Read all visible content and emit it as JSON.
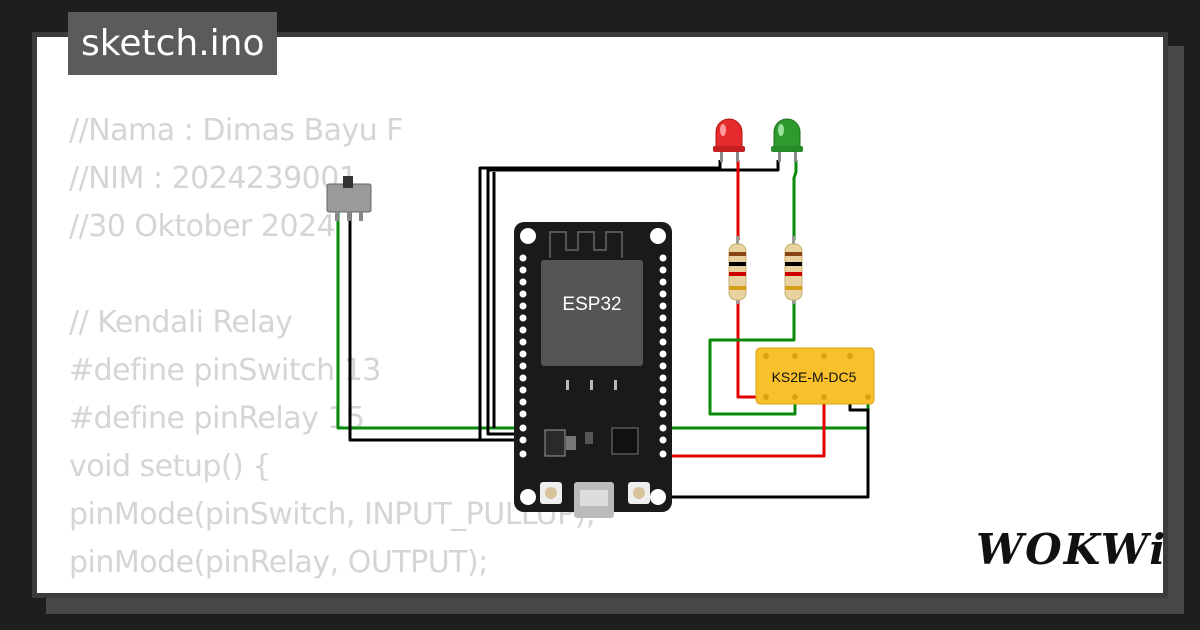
{
  "tab": {
    "filename": "sketch.ino"
  },
  "code_lines": [
    "//Nama : Dimas Bayu F",
    "//NIM : 2024239001",
    "//30 Oktober 2024",
    "",
    "// Kendali Relay",
    "#define pinSwitch 13",
    "#define pinRelay 15",
    "void setup() {",
    "pinMode(pinSwitch, INPUT_PULLUP);",
    "pinMode(pinRelay, OUTPUT);",
    "}"
  ],
  "board": {
    "chip_label": "ESP32"
  },
  "relay": {
    "label": "KS2E-M-DC5"
  },
  "brand": {
    "logo": "WOKWi"
  },
  "colors": {
    "wire_green": "#0a8a0a",
    "wire_red": "#e00000",
    "wire_black": "#000000",
    "led_red": "#e52b2b",
    "led_green": "#2e9a2e",
    "relay_body": "#f8c12c"
  },
  "icons": [
    "slide-switch-icon",
    "led-red-icon",
    "led-green-icon",
    "resistor-icon",
    "esp32-board-icon",
    "relay-icon"
  ]
}
